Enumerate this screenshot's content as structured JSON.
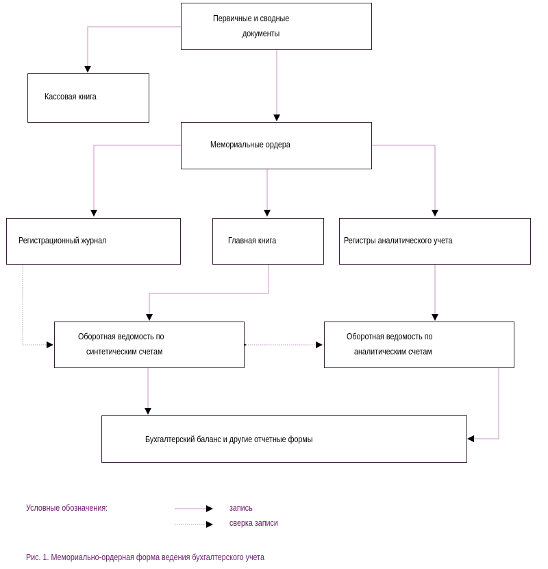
{
  "nodes": {
    "primary_docs": {
      "line1": "Первичные и сводные",
      "line2": "документы"
    },
    "cash_book": {
      "label": "Кассовая книга"
    },
    "memorial_orders": {
      "label": "Мемориальные ордера"
    },
    "registration_journal": {
      "label": "Регистрационный журнал"
    },
    "general_ledger": {
      "label": "Главная книга"
    },
    "analytic_registers": {
      "label": "Регистры аналитического учета"
    },
    "synthetic_turnover": {
      "line1": "Оборотная ведомость по",
      "line2": "синтетическим счетам"
    },
    "analytic_turnover": {
      "line1": "Оборотная ведомость по",
      "line2": "аналитическим счетам"
    },
    "balance": {
      "label": "Бухгалтерский баланс и другие отчетные формы"
    }
  },
  "legend": {
    "title": "Условные обозначения:",
    "record": "запись",
    "check": "сверка записи"
  },
  "caption": "Рис. 1. Мемориально-ордерная форма ведения бухгалтерского учета",
  "colors": {
    "line": "#c890c8",
    "border": "#3a1f3a",
    "legend_text": "#6a1a6a"
  }
}
